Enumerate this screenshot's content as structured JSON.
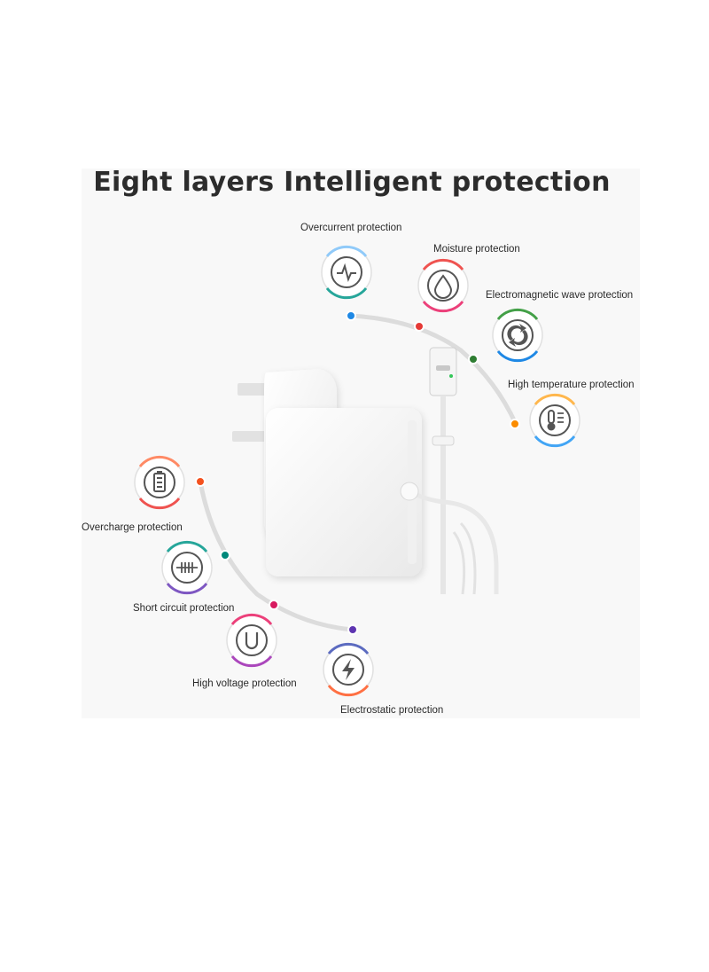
{
  "heading": "Eight layers Intelligent protection",
  "protections": [
    {
      "label": "Overcurrent protection",
      "icon": "pulse-icon",
      "color": "#1e88e5"
    },
    {
      "label": "Moisture protection",
      "icon": "water-drop-icon",
      "color": "#e53935"
    },
    {
      "label": "Electromagnetic wave protection",
      "icon": "sync-arrows-icon",
      "color": "#2e7d32"
    },
    {
      "label": "High temperature protection",
      "icon": "thermometer-icon",
      "color": "#fb8c00"
    },
    {
      "label": "Overcharge protection",
      "icon": "battery-icon",
      "color": "#f4511e"
    },
    {
      "label": "Short circuit protection",
      "icon": "short-circuit-icon",
      "color": "#00897b"
    },
    {
      "label": "High voltage protection",
      "icon": "voltage-u-icon",
      "color": "#d81b60"
    },
    {
      "label": "Electrostatic protection",
      "icon": "lightning-bolt-icon",
      "color": "#5e35b1"
    }
  ]
}
